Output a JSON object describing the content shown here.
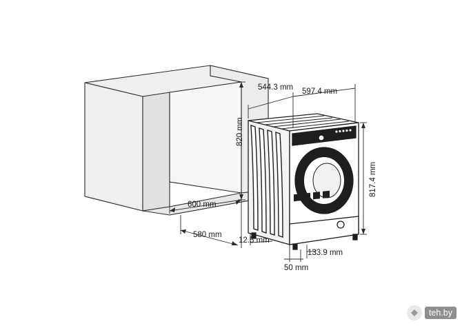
{
  "dimensions": {
    "width_total": "597.4 mm",
    "depth_top": "544.3 mm",
    "height_cabinet": "820 mm",
    "height_machine": "817.4 mm",
    "niche_width": "600 mm",
    "niche_depth": "580 mm",
    "feet_offset": "12.5 mm",
    "door_offset": "50 mm",
    "plinth_height": "133.9 mm"
  },
  "watermark": {
    "text": "teh.by",
    "logo": "teh-by-logo-icon"
  },
  "colors": {
    "line": "#2a2a2a",
    "cabinet_fill": "#efefef",
    "machine_dark": "#1e1e1e"
  }
}
